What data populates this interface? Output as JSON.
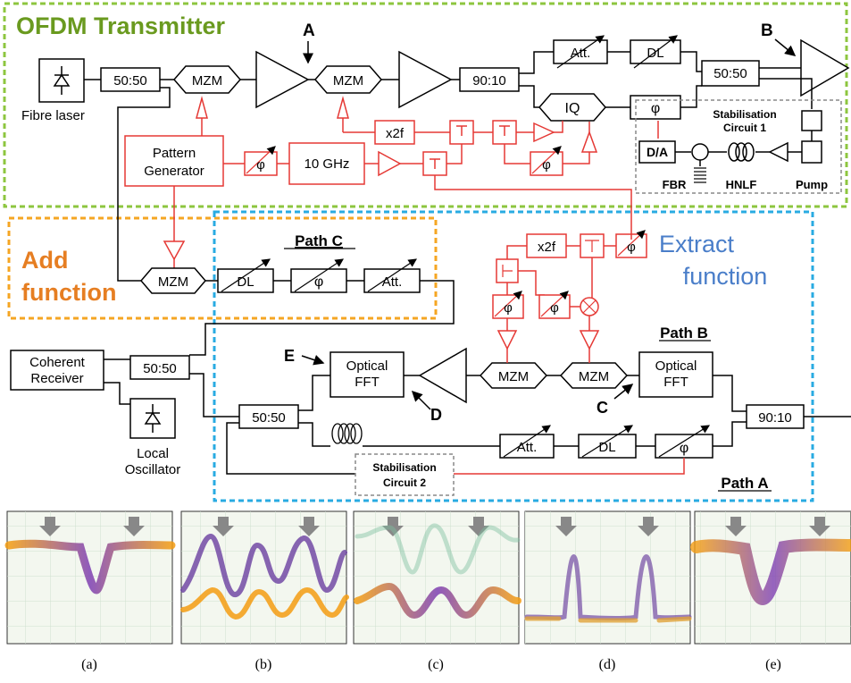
{
  "sections": {
    "transmitter": {
      "title": "OFDM Transmitter",
      "color": "#8dc63f",
      "title_color": "#6a9a1f"
    },
    "add": {
      "title_line1": "Add",
      "title_line2": "function",
      "color": "#f5a623",
      "title_color": "#e67e22"
    },
    "extract": {
      "title_line1": "Extract",
      "title_line2": "function",
      "color": "#29abe2",
      "title_color": "#4a7ec9"
    }
  },
  "points": {
    "a": "A",
    "b": "B",
    "c": "C",
    "d": "D",
    "e": "E"
  },
  "components": {
    "fibre_laser": "Fibre laser",
    "splitter_tx": "50:50",
    "mzm": "MZM",
    "coupler_tx": "90:10",
    "att": "Att.",
    "dl": "DL",
    "iq": "IQ",
    "phi": "φ",
    "x2f": "x2f",
    "pattern_gen_line1": "Pattern",
    "pattern_gen_line2": "Generator",
    "ghz": "10 GHz",
    "da": "D/A",
    "fbr": "FBR",
    "hnlf": "HNLF",
    "pump": "Pump",
    "stab1_line1": "Stabilisation",
    "stab1_line2": "Circuit 1",
    "stab2_line1": "Stabilisation",
    "stab2_line2": "Circuit 2",
    "coherent_line1": "Coherent",
    "coherent_line2": "Receiver",
    "lo_line1": "Local",
    "lo_line2": "Oscillator",
    "fft_line1": "Optical",
    "fft_line2": "FFT",
    "path_a": "Path A",
    "path_b": "Path B",
    "path_c": "Path C"
  },
  "panels": [
    "(a)",
    "(b)",
    "(c)",
    "(d)",
    "(e)"
  ],
  "colors": {
    "rf": "#e53935",
    "optical": "#000000",
    "stab": "#888888"
  }
}
